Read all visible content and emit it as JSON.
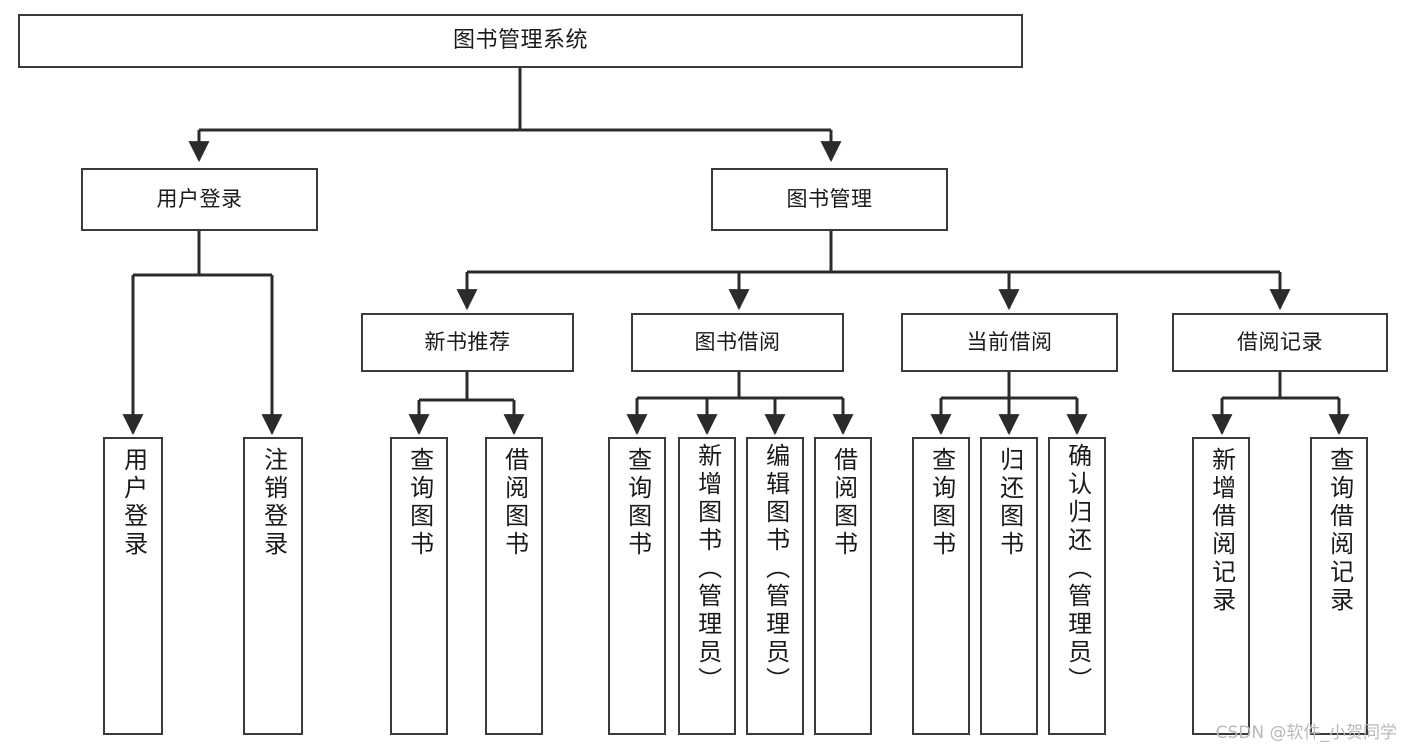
{
  "diagram": {
    "type": "tree",
    "title": "图书管理系统",
    "root": {
      "id": "root",
      "label": "图书管理系统"
    },
    "level1": [
      {
        "id": "user-login",
        "label": "用户登录"
      },
      {
        "id": "book-manage",
        "label": "图书管理"
      }
    ],
    "level2": [
      {
        "id": "new-book-rec",
        "label": "新书推荐",
        "parent": "book-manage"
      },
      {
        "id": "book-borrow",
        "label": "图书借阅",
        "parent": "book-manage"
      },
      {
        "id": "current-borrow",
        "label": "当前借阅",
        "parent": "book-manage"
      },
      {
        "id": "borrow-record",
        "label": "借阅记录",
        "parent": "book-manage"
      }
    ],
    "leaves": [
      {
        "id": "leaf-user-login",
        "label": "用户登录",
        "parent": "user-login"
      },
      {
        "id": "leaf-logout",
        "label": "注销登录",
        "parent": "user-login"
      },
      {
        "id": "leaf-query-book-rec",
        "label": "查询图书",
        "parent": "new-book-rec"
      },
      {
        "id": "leaf-borrow-book-rec",
        "label": "借阅图书",
        "parent": "new-book-rec"
      },
      {
        "id": "leaf-query-book-bb",
        "label": "查询图书",
        "parent": "book-borrow"
      },
      {
        "id": "leaf-add-book",
        "label": "新增图书（管理员）",
        "parent": "book-borrow"
      },
      {
        "id": "leaf-edit-book",
        "label": "编辑图书（管理员）",
        "parent": "book-borrow"
      },
      {
        "id": "leaf-borrow-book-bb",
        "label": "借阅图书",
        "parent": "book-borrow"
      },
      {
        "id": "leaf-query-book-cb",
        "label": "查询图书",
        "parent": "current-borrow"
      },
      {
        "id": "leaf-return-book",
        "label": "归还图书",
        "parent": "current-borrow"
      },
      {
        "id": "leaf-confirm-return",
        "label": "确认归还（管理员）",
        "parent": "current-borrow"
      },
      {
        "id": "leaf-add-record",
        "label": "新增借阅记录",
        "parent": "borrow-record"
      },
      {
        "id": "leaf-query-record",
        "label": "查询借阅记录",
        "parent": "borrow-record"
      }
    ],
    "colors": {
      "box_border": "#3a3a3a",
      "box_fill": "#ffffff",
      "edge": "#2b2b2b",
      "text": "#1a1a1a",
      "background": "#ffffff",
      "watermark": "#b9b9b9"
    }
  },
  "watermark": {
    "text": "CSDN @软件_小贺同学"
  }
}
